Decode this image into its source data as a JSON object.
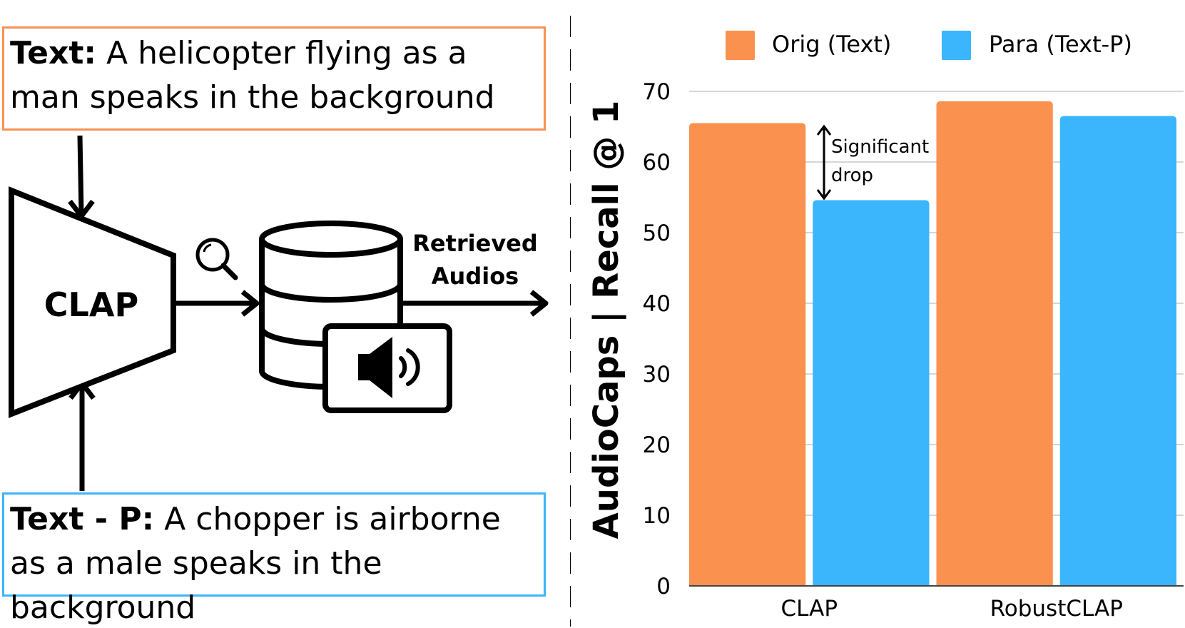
{
  "diagram": {
    "orig_text_label": "Text:",
    "orig_text_body": "A helicopter flying as a man speaks  in the background",
    "para_text_label": "Text - P:",
    "para_text_body": "A chopper is airborne as a male speaks in the background",
    "encoder_label": "CLAP",
    "output_label_line1": "Retrieved",
    "output_label_line2": "Audios",
    "icons": [
      "magnifier-icon",
      "database-icon",
      "speaker-icon"
    ]
  },
  "chart_data": {
    "type": "bar",
    "categories": [
      "CLAP",
      "RobustCLAP"
    ],
    "series": [
      {
        "name": "Orig (Text)",
        "color": "#fb914f",
        "values": [
          65.5,
          68.6
        ]
      },
      {
        "name": "Para (Text-P)",
        "color": "#3bb5fb",
        "values": [
          54.6,
          66.5
        ]
      }
    ],
    "ylabel": "AudioCaps | Recall @ 1",
    "xlabel": "",
    "ylim": [
      0,
      70
    ],
    "yticks": [
      0,
      10,
      20,
      30,
      40,
      50,
      60,
      70
    ],
    "grid": true,
    "legend_position": "top",
    "annotation": {
      "line1": "Significant",
      "line2": "drop"
    }
  }
}
